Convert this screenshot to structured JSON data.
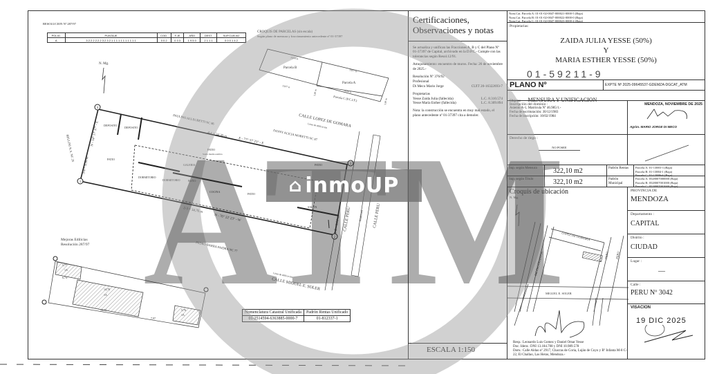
{
  "header_left": {
    "resolution": "RESOLUCION Nº 287/97",
    "puntaje_headers": [
      "POLIG.",
      "PUNTAJE",
      "COD.",
      "F.JE",
      "AÑO",
      "DEST.",
      "SUP.CUB.m2"
    ],
    "puntaje_values": [
      "A",
      "3 2 2 2 2 2 2 3 2 3 2 1 1 1 1 1 1 1 1 1 1 1",
      "0 0 2",
      "0 3 3",
      "1 9 5 0",
      "2 1 1 1",
      "0 0 0 1 4 2"
    ]
  },
  "croquis_parcelas": {
    "title": "CROQUIS DE PARCELAS (sin escala)",
    "subtitle": "Según plano de mensura y fraccionamiento antecedente nº 01-37397",
    "parcel_b": "Parcela B",
    "parcel_a": "Parcela A",
    "parcel_c": "Parcela C (P.C.I.F.)",
    "dims": [
      "15,93 m",
      "19,07 m",
      "13,07 m",
      "14,80 m",
      "5,00 m",
      "3,00 m"
    ]
  },
  "plan": {
    "north": "N. Mg.",
    "neighbors": [
      "PAULINO ALLEGRETTI NC 86",
      "FANNY ALICIA MORETTI NC 87",
      "PEDRO BARRA PAIDRA NC 77",
      "BELLINI N.A. NC 25"
    ],
    "streets": [
      "CALLE LOPEZ DE GOMARA",
      "CALLE PERU",
      "CALLE PERU",
      "CALLE MIGUEL E. SOLER"
    ],
    "linea_edificacion": "Línea de edificación",
    "boulevard": "boulevard",
    "rooms": [
      "DEPOSITO",
      "DEPOSITO",
      "PATIO",
      "PATIO",
      "GALERIA",
      "DORMITORIO",
      "DORMITORIO",
      "BAÑO",
      "COCINA",
      "PATIO",
      "PATIO",
      "SALON"
    ],
    "patio_note": "Suelo media sombra",
    "dims": [
      "4-1 = 34,30 m",
      "E - 77° 37' 23\" - E",
      "2-3 = 34,76 m",
      "N - 76° 22' 23\" - W",
      "3-4 = 9,56 m",
      "N - 14° 17' 37\" - E",
      "1-2 = 9,10 m"
    ],
    "vertices": [
      "1",
      "2",
      "3",
      "4"
    ]
  },
  "mejoras": {
    "title": "Mejoras Edilicias",
    "resolution": "Resolución 287/97",
    "labels": [
      "5,77",
      "1A",
      "6,74",
      "14,70",
      "1A",
      "13,13",
      "5,76",
      "1A",
      "7,97"
    ]
  },
  "nomenclatura": {
    "headers": [
      "Nomenclatura Catastral Unificada",
      "Padrón Rentas Unificado"
    ],
    "values": [
      "01-2514594-6363885-0000-7",
      "01-812337-1"
    ]
  },
  "escala": "ESCALA 1:150",
  "certificaciones": {
    "title": "Certificaciones, Observaciones y notas",
    "p1": "Se actualiza y unifican las Fracciones A, B y C del Plano Nº 01-37397 de Capital, archivado en la D.P.C.- Cumple con las tolerancias según Resol.12/91.",
    "p2": "Amojonamiento: encuentro de muros. Fecha: 26 de noviembre de 2025.-",
    "resolucion": "Resolución Nº 376/92",
    "profesional_label": "Profesional",
    "profesional": "Di Meco Mario Jorge",
    "cuit": "CUIT 20-16322693-7",
    "propietarias_label": "Propietarias",
    "prop1": "Yesse Zaida Julia (fallecida)",
    "prop1_lc": "L.C. 8.310.574",
    "prop2": "Yesse María Esther (fallecida)",
    "prop2_lc": "L.C. 8.309.894",
    "nota": "Nota: la construcción se encuentra en muy mal estado, el plano antecedente nº 01-37397 cita a demoler."
  },
  "title_block": {
    "nom_cat": [
      "Nom.Cat.  Parcela A: 01-01-02-0047-000021-0000-5  (Baja)",
      "Nom.Cat.  Parcela B: 01-01-02-0047-000022-0000-0  (Baja)",
      "Nom.Cat.  Parcela C: 01-01-02-0047-000023-0000-4  (Baja)"
    ],
    "propietarias_label": "Propietarias:",
    "owner1": "ZAIDA JULIA YESSE (50%)",
    "owner_y": "Y",
    "owner2": "MARIA ESTHER YESSE (50%)",
    "stamp_number": "01-59211-9",
    "plano_label": "PLANO Nº",
    "expte": "EXPTE Nº 2025-09645537-GDEMZA-DGCAT_ATM",
    "objeto_label": "Objeto:",
    "objeto": "MENSURA Y UNIFICACION",
    "inscripcion_label": "Inscripción del dominio :",
    "inscripcion": [
      "Asiento A-1, Matrícula Nº 46.985/1.-",
      "Fecha de escrituración: 30/12/1983",
      "Fecha de inscripción: 10/02/1984"
    ],
    "fecha_firma": "MENDOZA, NOVIEMBRE DE 2025",
    "agrimensor": "Agrim. MARIO JORGE DI MECO",
    "riego_label": "Derecho de riego :",
    "riego": "NO POSEE",
    "sup_mensura_label": "Sup. según Mensura",
    "sup_mensura": "322,10 m2",
    "sup_titulo_label": "Sup. según Título",
    "sup_titulo": "322,10 m2",
    "padron_rentas_label": "Padrón Rentas",
    "padron_rentas": [
      "Parcela A: 01-13883-3 (Baja)",
      "Parcela B: 01-13884-1 (Baja)",
      "Parcela C: 01-13886-6 (Baja)"
    ],
    "padron_muni_label": "Padrón Municipal",
    "padron_muni": [
      "Parcela A: 0528007000000 (Baja)",
      "Parcela B: 0528007001000 (Baja)",
      "Parcela C: 0528007002000 (Baja)"
    ],
    "croquis_title": "Croquis de ubicación",
    "croquis_north": "N. Mg.",
    "croquis_streets": [
      "LOPEZ DE GOMARA",
      "METROTRANVIA",
      "PERU",
      "PERU",
      "MIGUEL E. SOLER"
    ],
    "provincia_label": "PROVINCIA DE",
    "provincia": "MENDOZA",
    "departamento_label": "Departamento :",
    "departamento": "CAPITAL",
    "distrito_label": "Distrito :",
    "distrito": "CIUDAD",
    "lugar_label": "Lugar :",
    "lugar": "—",
    "calle_label": "Calle :",
    "calle": "PERU Nº 3042",
    "visacion": "VISACION",
    "visacion_date": "19 DIC 2025",
    "resp": "Resp.: Leonardo Luis Gomez y Daniel Omar Yesse",
    "doc": "Doc. Ident.: DNI 13.184.708 y DNI 10.989.578",
    "dom": "Dom.: Calle Aldao nº 2917, Chacras de Coria, Luján de Cuyo y Bº Infanta M-8 C-22, El Challao, Las Heras, Mendoza.-"
  },
  "watermark": {
    "text": "ATM",
    "banner": "inmoUP",
    "color": "#9a9a9a"
  }
}
